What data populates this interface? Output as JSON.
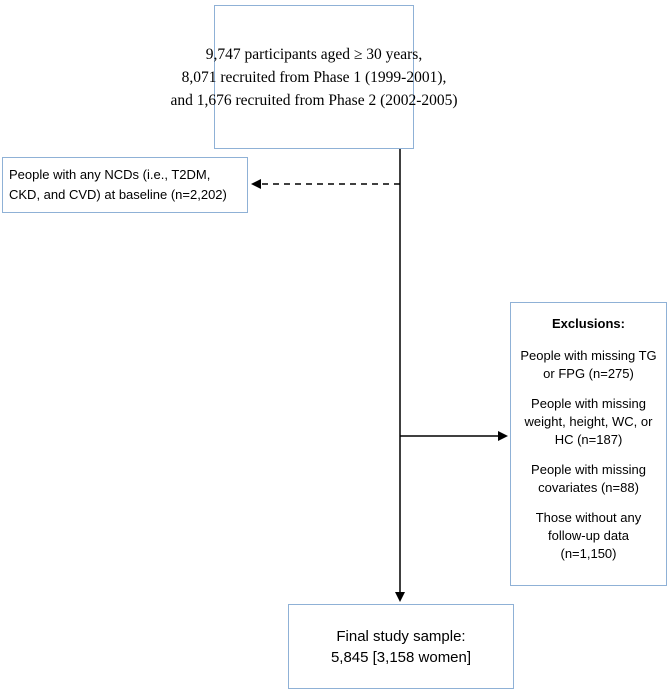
{
  "top_box": {
    "line1": "9,747 participants aged ≥ 30 years,",
    "line2": "8,071 recruited from Phase 1 (1999-2001),",
    "line3": "and 1,676 recruited from Phase 2 (2002-2005)"
  },
  "ncd_box": {
    "line1": "People with any NCDs (i.e., T2DM,",
    "line2": "CKD, and CVD) at baseline (n=2,202)"
  },
  "exclusions": {
    "title": "Exclusions:",
    "items": [
      [
        "People with missing TG",
        "or FPG (n=275)"
      ],
      [
        "People with missing",
        "weight, height, WC, or",
        "HC (n=187)"
      ],
      [
        "People with missing",
        "covariates (n=88)"
      ],
      [
        "Those without any",
        "follow-up data",
        "(n=1,150)"
      ]
    ]
  },
  "final_box": {
    "line1": "Final study sample:",
    "line2": "5,845 [3,158 women]"
  }
}
